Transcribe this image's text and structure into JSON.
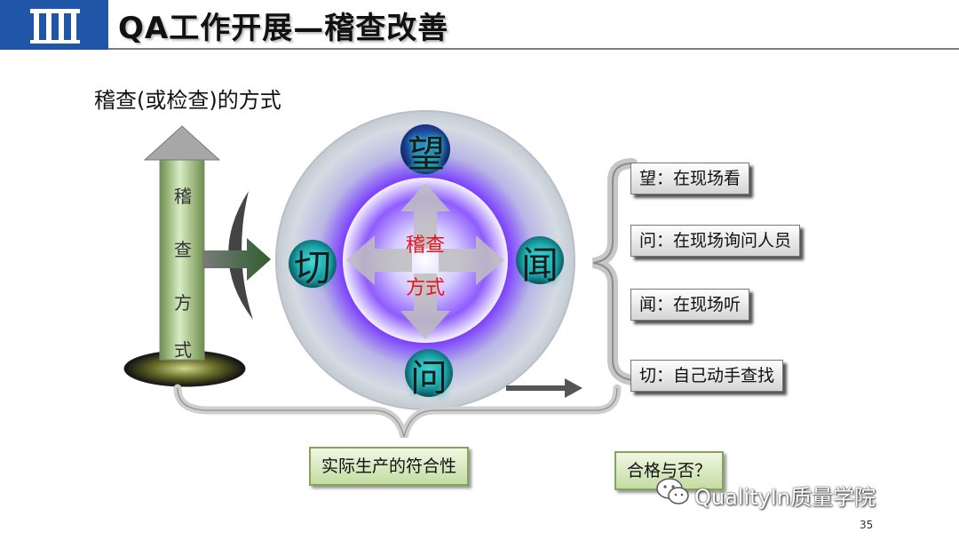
{
  "header": {
    "title": "QA工作开展—稽查改善",
    "logo_icon": "columns-logo-icon"
  },
  "subtitle": "稽查(或检查)的方式",
  "arrow_chars": [
    "稽",
    "查",
    "方",
    "式"
  ],
  "circle": {
    "top": "望",
    "right": "闻",
    "bottom": "问",
    "left": "切",
    "center_line1": "稽查",
    "center_line2": "方式"
  },
  "methods": [
    "望：在现场看",
    "问：在现场询问人员",
    "闻：在现场听",
    "切：自己动手查找"
  ],
  "bottom": {
    "conformity": "实际生产的符合性",
    "qualified": "合格与否？"
  },
  "watermark": "QualityIn质量学院",
  "page_number": "35",
  "colors": {
    "header_blue": "#1f56a8",
    "center_text": "#e8141e",
    "glow": "#2dd4d4"
  }
}
